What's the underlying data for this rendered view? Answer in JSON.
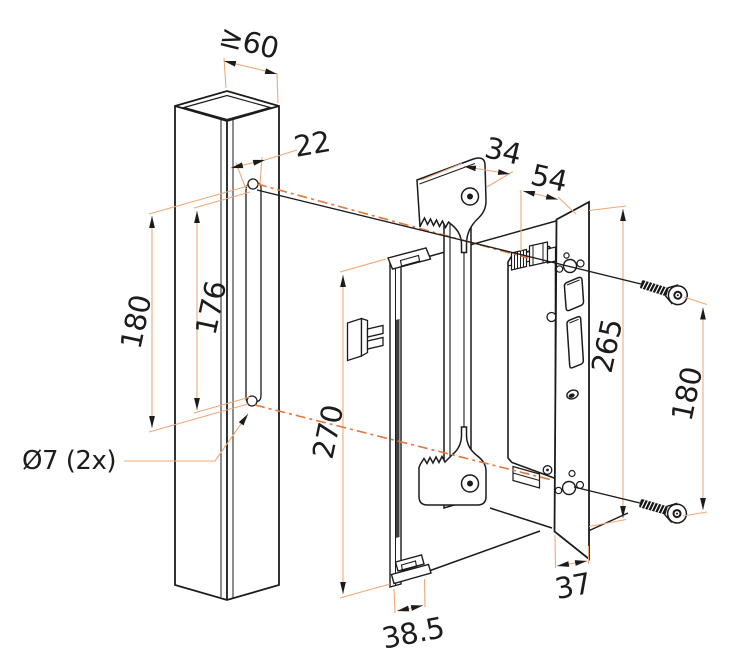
{
  "diagram": {
    "background": "#ffffff",
    "line_color": "#1b1b1b",
    "dimension_line_color": "#F0A878",
    "centerline_color": "#E4773C",
    "dimensions": {
      "post_width": "≥60",
      "slot_offset": "22",
      "post_hole_spacing": "180",
      "slot_length": "176",
      "drill_note": "Ø7 (2x)",
      "clamp_depth": "34",
      "lock_depth": "54",
      "frame_height": "270",
      "frame_foot": "38.5",
      "faceplate_height": "265",
      "screw_spacing": "180",
      "faceplate_width": "37"
    }
  }
}
